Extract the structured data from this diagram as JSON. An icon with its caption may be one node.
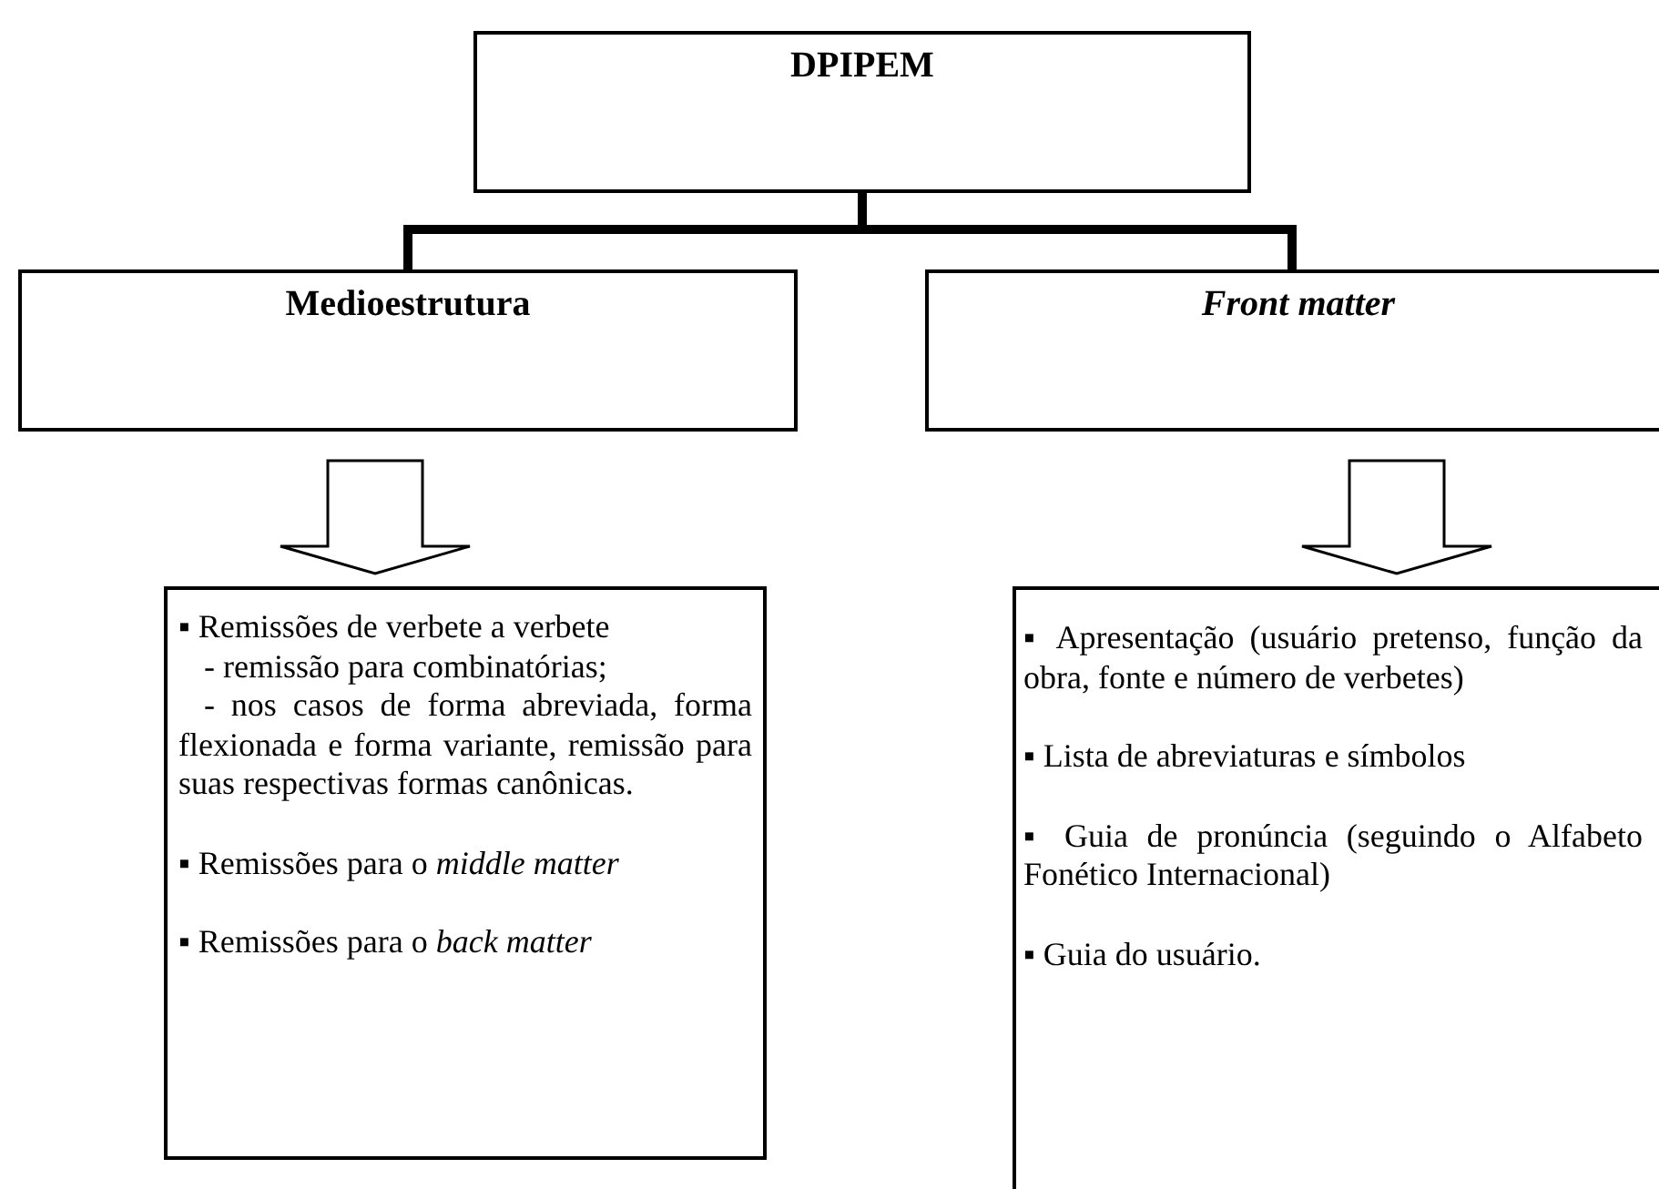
{
  "diagram": {
    "nodes": [
      {
        "text": [
          "DPIPEM"
        ]
      },
      {
        "text": [
          "Medioestrutura"
        ]
      },
      {
        "text": [
          "Front matter"
        ]
      },
      {
        "text": [
          "▪ Remissões de verbete a verbete",
          "- remissão para combinatórias;",
          "- nos casos de forma abreviada, forma flexionada e forma variante, remissão para suas respectivas formas canônicas.",
          "▪ Remissões para o *middle matter*",
          "▪ Remissões para o *back matter*"
        ]
      },
      {
        "text": [
          "▪ Apresentação (usuário pretenso, função da obra, fonte  e número de verbetes)",
          "▪ Lista de abreviaturas e símbolos",
          "▪ Guia de pronúncia (seguindo o Alfabeto Fonético Internacional)",
          "▪ Guia do usuário."
        ]
      }
    ],
    "edges": [
      {
        "from": 0,
        "to": 1,
        "arrow": "none"
      },
      {
        "from": 0,
        "to": 2,
        "arrow": "none"
      },
      {
        "from": 1,
        "to": 3,
        "arrow": "to"
      },
      {
        "from": 2,
        "to": 4,
        "arrow": "to"
      }
    ]
  }
}
